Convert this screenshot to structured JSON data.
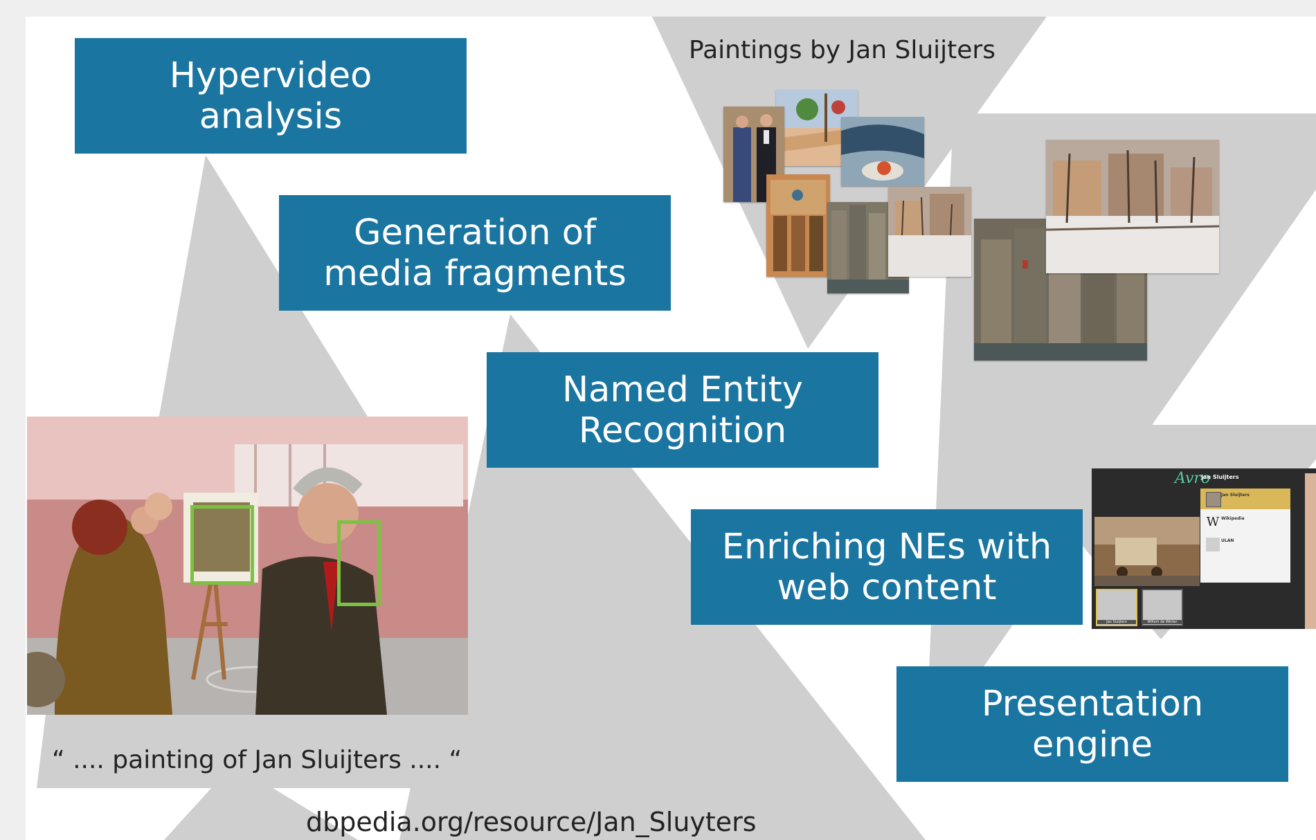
{
  "boxes": {
    "hypervideo": {
      "line1": "Hypervideo",
      "line2": "analysis"
    },
    "fragments": {
      "line1": "Generation of",
      "line2": "media fragments"
    },
    "ner": {
      "line1": "Named Entity",
      "line2": "Recognition"
    },
    "enriching": {
      "line1": "Enriching NEs with",
      "line2": "web content"
    },
    "presentation": {
      "line1": "Presentation",
      "line2": "engine"
    }
  },
  "captions": {
    "paintings": "Paintings by Jan Sluijters",
    "quote": "“ .... painting of Jan Sluijters .... “",
    "dbpedia": "dbpedia.org/resource/Jan_Sluyters"
  },
  "app": {
    "logo": "Avro",
    "title": "Jan Sluijters",
    "rows": [
      {
        "label": "Jan Sluijters",
        "icon": "portrait-icon",
        "selected": true
      },
      {
        "label": "Wikipedia",
        "icon": "wikipedia-icon",
        "glyph": "W",
        "selected": false
      },
      {
        "label": "ULAN",
        "icon": "ulan-icon",
        "selected": false
      }
    ],
    "faces": [
      {
        "name": "Jan Sluijters",
        "selected": true
      },
      {
        "name": "Willem de Winter",
        "selected": false
      }
    ]
  },
  "colors": {
    "box_blue": "#1a75a1",
    "triangle_gray": "#cfcfd0",
    "detection_green": "#7cc242",
    "page_gray": "#efefef"
  }
}
